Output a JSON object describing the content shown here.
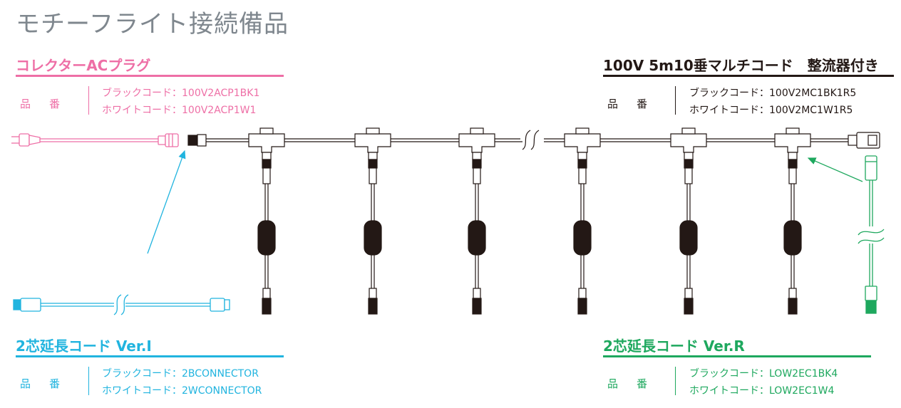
{
  "title": "モチーフライト接続備品",
  "colors": {
    "pink": "#ee6fa6",
    "blue": "#21b4df",
    "green": "#1ea85e",
    "black": "#231815",
    "gray": "#7f878e"
  },
  "ac_plug": {
    "heading": "コレクターACプラグ",
    "part_label": "品番",
    "codes": [
      "ブラックコード：100V2ACP1BK1",
      "ホワイトコード：100V2ACP1W1"
    ]
  },
  "multi_cord": {
    "heading": "100V 5m10垂マルチコード　整流器付き",
    "part_label": "品番",
    "codes": [
      "ブラックコード：100V2MC1BK1R5",
      "ホワイトコード：100V2MC1W1R5"
    ]
  },
  "ext_cord_i": {
    "heading": "2芯延長コード Ver.I",
    "part_label": "品番",
    "codes": [
      "ブラックコード：2BCONNECTOR",
      "ホワイトコード：2WCONNECTOR"
    ]
  },
  "ext_cord_r": {
    "heading": "2芯延長コード Ver.R",
    "part_label": "品番",
    "codes": [
      "ブラックコード：LOW2EC1BK4",
      "ホワイトコード：LOW2EC1W4"
    ]
  }
}
